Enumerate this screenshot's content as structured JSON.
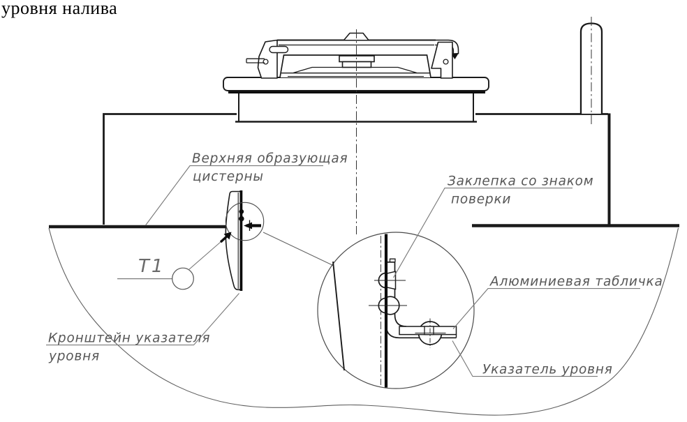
{
  "caption": "уровня налива",
  "labels": {
    "top_generatrix": {
      "line1": "Верхняя образующая",
      "line2": "цистерны"
    },
    "rivet": {
      "line1": "Заклепка со знаком",
      "line2": "поверки"
    },
    "plate": {
      "text": "Алюминиевая табличка"
    },
    "bracket": {
      "line1": "Кронштейн указателя",
      "line2": "уровня"
    },
    "indicator": {
      "text": "Указатель уровня"
    },
    "t1": {
      "text": "Т1"
    }
  },
  "colors": {
    "drawing_line": "#1a1a1a",
    "label_text": "#575757",
    "leader_line": "#7a7a7a"
  }
}
